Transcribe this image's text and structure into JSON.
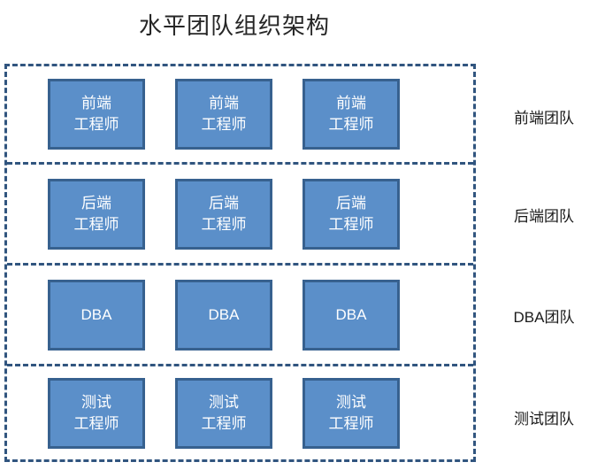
{
  "title": "水平团队组织架构",
  "colors": {
    "box_fill": "#5b8fc9",
    "box_border": "#37618f",
    "box_text": "#ffffff",
    "container_dash": "#31557f",
    "title_text": "#262626",
    "label_text": "#1a1a1a",
    "background": "#ffffff"
  },
  "chart_data": {
    "type": "diagram",
    "diagram_kind": "horizontal-team-organization-chart",
    "title": "水平团队组织架构",
    "lanes": 4,
    "members_per_lane": 3
  },
  "teams": [
    {
      "team_label": "前端团队",
      "role": "前端\n工程师",
      "members": [
        "前端\n工程师",
        "前端\n工程师",
        "前端\n工程师"
      ]
    },
    {
      "team_label": "后端团队",
      "role": "后端\n工程师",
      "members": [
        "后端\n工程师",
        "后端\n工程师",
        "后端\n工程师"
      ]
    },
    {
      "team_label": "DBA团队",
      "role": "DBA",
      "members": [
        "DBA",
        "DBA",
        "DBA"
      ]
    },
    {
      "team_label": "测试团队",
      "role": "测试\n工程师",
      "members": [
        "测试\n工程师",
        "测试\n工程师",
        "测试\n工程师"
      ]
    }
  ]
}
